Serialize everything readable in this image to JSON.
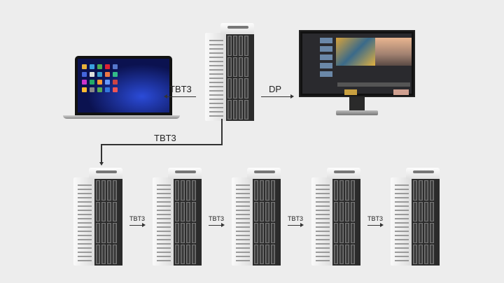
{
  "connections": {
    "nas_to_laptop": "TBT3",
    "nas_to_monitor": "DP",
    "nas_to_chain": "TBT3",
    "chain_links": [
      "TBT3",
      "TBT3",
      "TBT3",
      "TBT3"
    ]
  },
  "devices": {
    "host_nas": "nas-tower",
    "laptop": "laptop",
    "monitor": "monitor",
    "expansion_units": 5
  }
}
